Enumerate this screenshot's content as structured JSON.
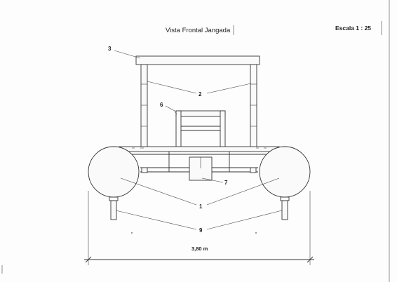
{
  "title": "Vista Frontal Jangada",
  "scale": "Escala 1 : 25",
  "labels": {
    "float": "1",
    "post": "2",
    "roof": "3",
    "seat": "6",
    "box": "7",
    "leg": "9"
  },
  "dimension": "3,80 m"
}
